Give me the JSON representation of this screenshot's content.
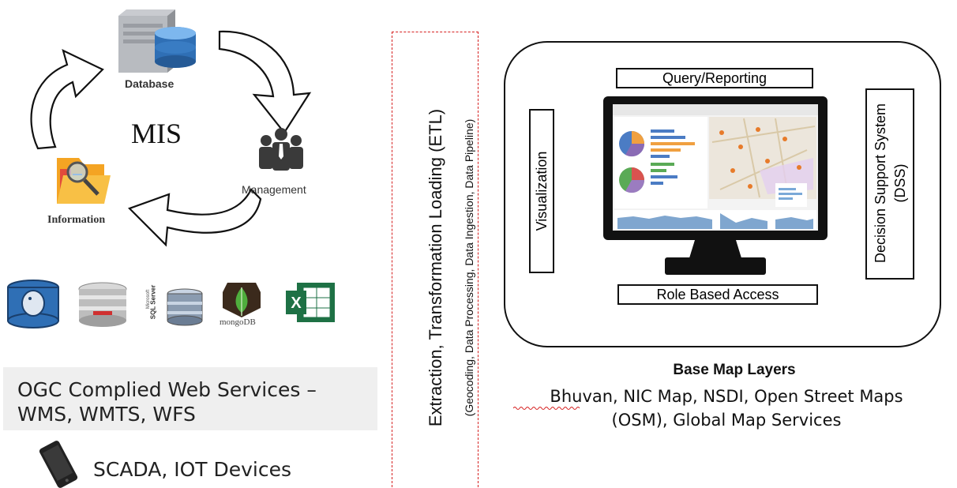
{
  "mis": {
    "title": "MIS",
    "database_label": "Database",
    "management_label": "Management",
    "information_label": "Information"
  },
  "data_sources": {
    "icons": [
      "postgresql-icon",
      "oracle-database-icon",
      "sql-server-icon",
      "mongodb-icon",
      "excel-icon"
    ],
    "sqlserver_text": "SQL Server",
    "microsoft_text": "Microsoft",
    "mongodb_text": "mongoDB"
  },
  "web_services": {
    "line1": "OGC Complied Web Services –",
    "line2": "WMS, WMTS, WFS"
  },
  "devices": {
    "label": "SCADA, IOT Devices"
  },
  "etl": {
    "title": "Extraction, Transformation  Loading (ETL)",
    "subtitle": "(Geocoding, Data Processing, Data Ingestion, Data Pipeline)"
  },
  "dashboard": {
    "query_label": "Query/Reporting",
    "role_label": "Role Based Access",
    "visualization_label": "Visualization",
    "dss_line1": "Decision Support System",
    "dss_line2": "(DSS)"
  },
  "base_map": {
    "title": "Base Map Layers",
    "line1": "Bhuvan, NIC Map, NSDI, Open Street Maps",
    "line2": "(OSM), Global Map Services"
  },
  "colors": {
    "etl_border": "#d62020",
    "arrow_fill": "#ffffff",
    "arrow_stroke": "#111111",
    "db_blue": "#2f6fb5",
    "mongo_green": "#3f8f3a",
    "excel_green": "#1e7145"
  }
}
